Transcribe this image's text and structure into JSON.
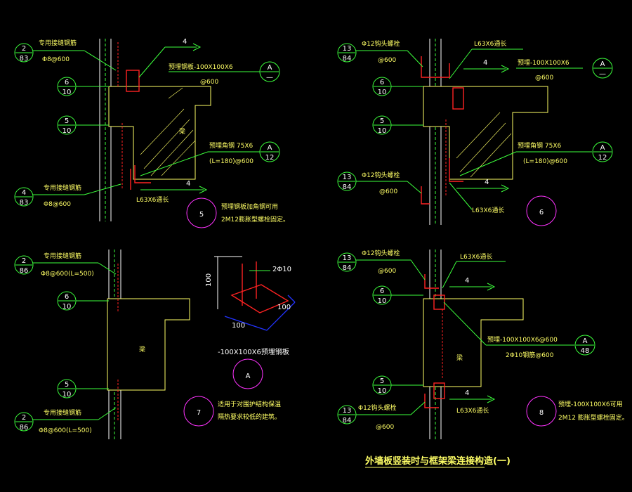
{
  "title": "外墙板竖装时与框架梁连接构造(一)",
  "details": [
    {
      "id": "5",
      "labels": {
        "tag_top": {
          "num": "2",
          "den": "83"
        },
        "tag_top_text": "专用接缝钢筋",
        "tag_top_sub": "Φ8@600",
        "tag_6": {
          "num": "6",
          "den": "10"
        },
        "tag_5": {
          "num": "5",
          "den": "10"
        },
        "tag_bot": {
          "num": "4",
          "den": "83"
        },
        "tag_bot_text": "专用接缝钢筋",
        "tag_bot_sub": "Φ8@600",
        "mark_4_top": "4",
        "mark_4_bot": "4",
        "plate": "预埋钢板-100X100X6",
        "plate_sub": "@600",
        "angle": "预埋角钢 75X6",
        "angle_sub": "(L=180)@600",
        "angle_lbl": "L63X6通长",
        "callout_a1": {
          "num": "A",
          "den": "—"
        },
        "callout_a2": {
          "num": "A",
          "den": "12"
        },
        "beam": "梁",
        "note1": "预埋钢板加角钢可用",
        "note2": "2M12膨胀型螺栓固定。"
      }
    },
    {
      "id": "6",
      "labels": {
        "tag_top": {
          "num": "13",
          "den": "84"
        },
        "tag_top_text": "Φ12钩头螺栓",
        "tag_top_sub": "@600",
        "tag_6": {
          "num": "6",
          "den": "10"
        },
        "tag_5": {
          "num": "5",
          "den": "10"
        },
        "tag_bot": {
          "num": "13",
          "den": "84"
        },
        "tag_bot_text": "Φ12钩头螺栓",
        "tag_bot_sub": "@600",
        "top_angle": "L63X6通长",
        "plate": "预埋-100X100X6",
        "plate_sub": "@600",
        "mark_4_top": "4",
        "mark_4_bot": "4",
        "angle": "预埋角钢 75X6",
        "angle_sub": "(L=180)@600",
        "angle_lbl": "L63X6通长",
        "callout_a1": {
          "num": "A",
          "den": "—"
        },
        "callout_a2": {
          "num": "A",
          "den": "12"
        }
      }
    },
    {
      "id": "7",
      "labels": {
        "tag_top": {
          "num": "2",
          "den": "86"
        },
        "tag_top_text": "专用接缝钢筋",
        "tag_top_sub": "Φ8@600(L=500)",
        "tag_6": {
          "num": "6",
          "den": "10"
        },
        "tag_5": {
          "num": "5",
          "den": "10"
        },
        "tag_bot": {
          "num": "2",
          "den": "86"
        },
        "tag_bot_text": "专用接缝钢筋",
        "tag_bot_sub": "Φ8@600(L=500)",
        "beam": "梁",
        "note1": "适用于对围护结构保温",
        "note2": "隔热要求较低的建筑。"
      }
    },
    {
      "id": "8",
      "labels": {
        "tag_top": {
          "num": "13",
          "den": "84"
        },
        "tag_top_text": "Φ12钩头螺栓",
        "tag_top_sub": "@600",
        "top_angle": "L63X6通长",
        "tag_6": {
          "num": "6",
          "den": "10"
        },
        "tag_5": {
          "num": "5",
          "den": "10"
        },
        "tag_bot": {
          "num": "13",
          "den": "84"
        },
        "tag_bot_text": "Φ12钩头螺栓",
        "tag_bot_sub": "@600",
        "mark_4_top": "4",
        "mark_4_bot": "4",
        "plate": "预埋-100X100X6@600",
        "plate_sub": "2Φ10钢筋@600",
        "angle_lbl": "L63X6通长",
        "callout_a": {
          "num": "A",
          "den": "48"
        },
        "beam": "梁",
        "note1": "预埋-100X100X6可用",
        "note2": "2M12  膨胀型螺栓固定。"
      }
    }
  ],
  "detail_a": {
    "label": "A",
    "rebar": "2Φ10",
    "caption": "-100X100X6预埋钢板",
    "dim_h": "100",
    "dim_w": "100",
    "dim_d": "100"
  }
}
